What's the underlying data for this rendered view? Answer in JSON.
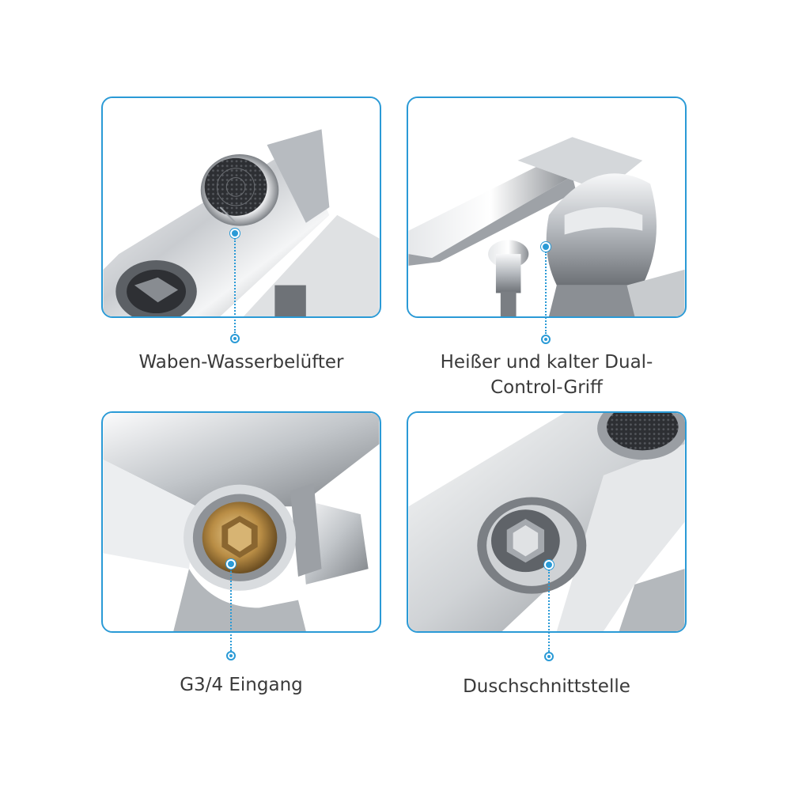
{
  "features": [
    {
      "label_lines": [
        "Waben-Wasserbelüfter"
      ]
    },
    {
      "label_lines": [
        "Heißer und kalter Dual-",
        "Control-Griff"
      ]
    },
    {
      "label_lines": [
        "G3/4 Eingang"
      ]
    },
    {
      "label_lines": [
        "Duschschnittstelle"
      ]
    }
  ],
  "colors": {
    "accent": "#2a9ad6",
    "text": "#3a3a3a",
    "chrome_dark": "#6b6e72",
    "chrome_light": "#f2f3f4",
    "brass": "#c9a15b"
  }
}
